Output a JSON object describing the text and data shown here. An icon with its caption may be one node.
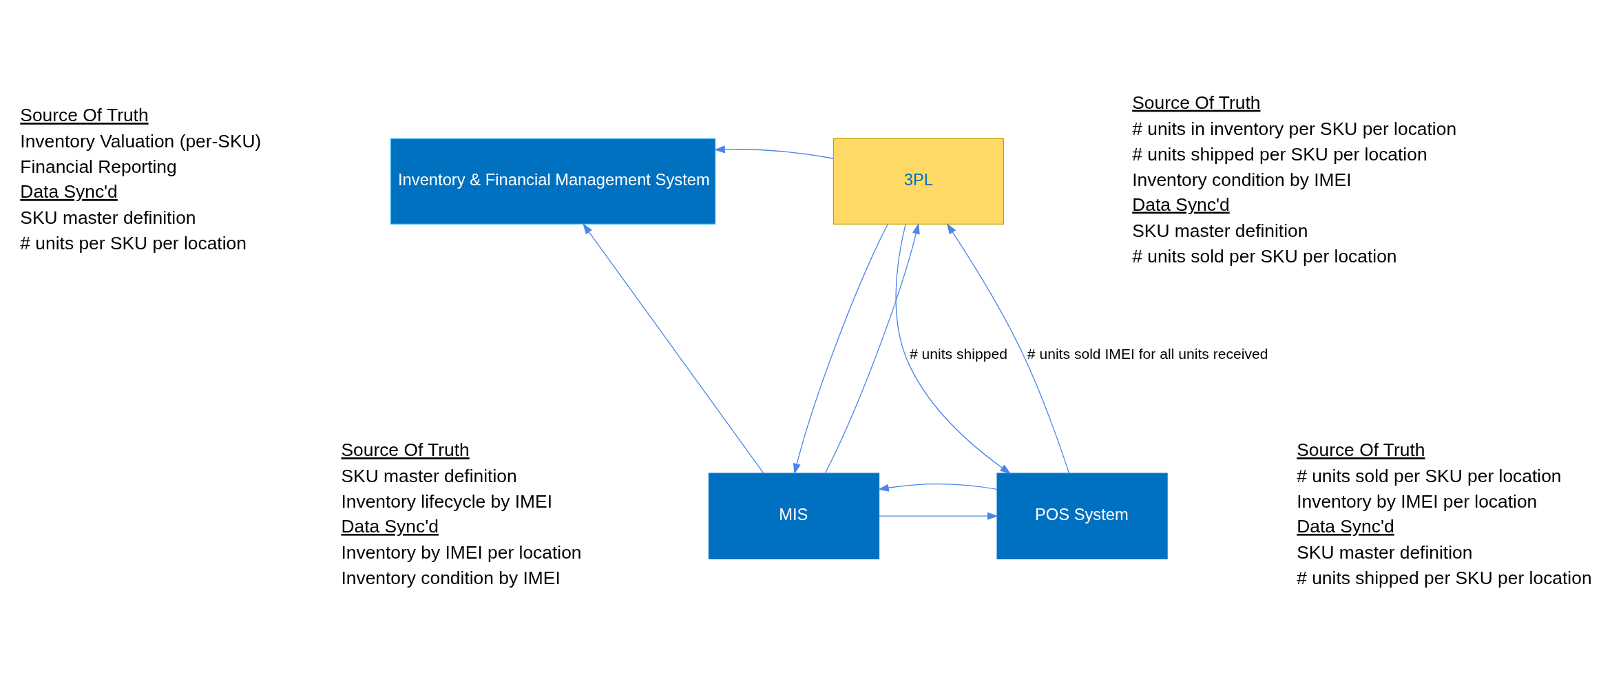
{
  "diagram": {
    "nodes": [
      {
        "text": [
          "Inventory & Financial Management System"
        ],
        "beside": [
          "Source Of Truth",
          "Inventory Valuation (per-SKU)",
          "Financial Reporting",
          "Data Sync'd",
          "SKU master definition",
          "# units per SKU per location"
        ]
      },
      {
        "text": [
          "3PL"
        ],
        "beside": [
          "Source Of Truth",
          "# units in inventory per SKU per location",
          "# units shipped per SKU per location",
          "Inventory condition by IMEI",
          "Data Sync'd",
          "SKU master definition",
          "# units sold per SKU per location"
        ]
      },
      {
        "text": [
          "MIS"
        ],
        "beside": [
          "Source Of Truth",
          "SKU master definition",
          "Inventory lifecycle by IMEI",
          "Data Sync'd",
          "Inventory by IMEI per location",
          "Inventory condition by IMEI"
        ]
      },
      {
        "text": [
          "POS System"
        ],
        "beside": [
          "Source Of Truth",
          "# units sold per SKU per location",
          "Inventory by IMEI per location",
          "Data Sync'd",
          "SKU master definition",
          "# units shipped per SKU per location"
        ]
      }
    ],
    "edges": [
      {
        "from": 1,
        "to": 0,
        "arrow": "to"
      },
      {
        "from": 2,
        "to": 0,
        "arrow": "to"
      },
      {
        "from": 1,
        "to": 2,
        "arrow": "to"
      },
      {
        "from": 2,
        "to": 1,
        "arrow": "to"
      },
      {
        "from": 1,
        "to": 3,
        "arrow": "to",
        "label": "# units shipped"
      },
      {
        "from": 3,
        "to": 1,
        "arrow": "to",
        "label": "# units sold IMEI for all units received"
      },
      {
        "from": 2,
        "to": 3,
        "arrow": "to"
      },
      {
        "from": 3,
        "to": 2,
        "arrow": "to"
      }
    ]
  }
}
